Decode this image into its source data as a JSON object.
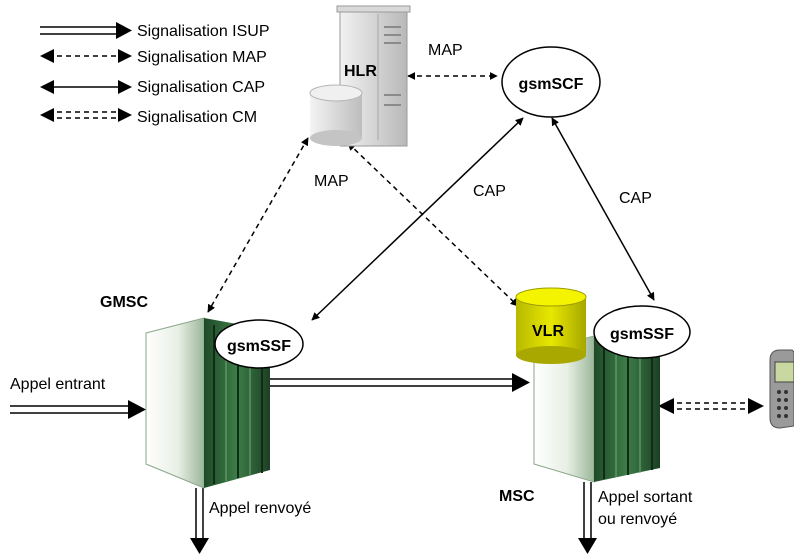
{
  "legend": {
    "isup": "Signalisation ISUP",
    "map": "Signalisation MAP",
    "cap": "Signalisation CAP",
    "cm": "Signalisation CM"
  },
  "nodes": {
    "hlr": "HLR",
    "gsmscf": "gsmSCF",
    "gmsc": "GMSC",
    "gmsc_ssf": "gsmSSF",
    "vlr": "VLR",
    "msc_ssf": "gsmSSF",
    "msc": "MSC"
  },
  "links": {
    "map_hlr_scf": "MAP",
    "map_hlr_down": "MAP",
    "cap_left": "CAP",
    "cap_right": "CAP"
  },
  "calls": {
    "incoming": "Appel entrant",
    "forwarded": "Appel renvoyé",
    "outgoing_line1": "Appel sortant",
    "outgoing_line2": "ou renvoyé"
  },
  "colors": {
    "equipment_green": "#2e6b3a",
    "vlr_yellow": "#d8d800",
    "server_gray": "#c8c8c8"
  }
}
